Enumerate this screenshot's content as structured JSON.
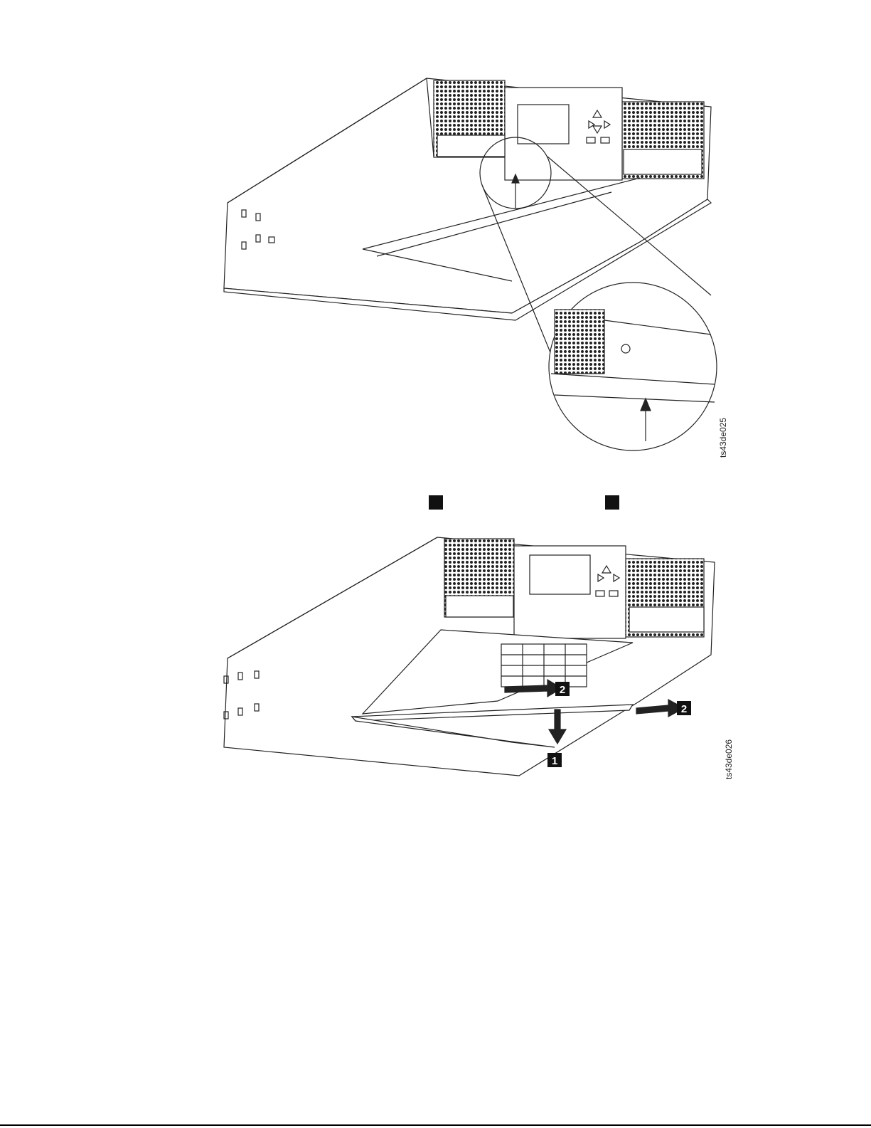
{
  "figures": [
    {
      "id": "ts43de025",
      "label": "ts43de025"
    },
    {
      "id": "ts43de026",
      "label": "ts43de026",
      "callouts": [
        "1",
        "2",
        "2"
      ]
    }
  ],
  "step_markers": [
    "",
    ""
  ],
  "colors": {
    "line": "#222222",
    "callout_bg": "#111111",
    "callout_fg": "#ffffff"
  }
}
